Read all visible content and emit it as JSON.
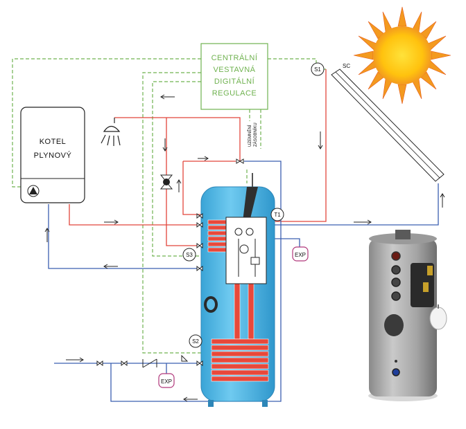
{
  "controller": {
    "lines": [
      "CENTRÁLNÍ",
      "VESTAVNÁ",
      "DIGITÁLNÍ",
      "REGULACE"
    ]
  },
  "boiler": {
    "lines": [
      "KOTEL",
      "PLYNOVÝ"
    ]
  },
  "grounding": {
    "lines": [
      "UZEMNĚNÍ",
      "ZÁSOBNÍKU"
    ]
  },
  "sensors": {
    "s1": "S1",
    "s2": "S2",
    "s3": "S3",
    "t1": "T1"
  },
  "collector": {
    "label": "SC"
  },
  "expansion": {
    "tank1": "EXP",
    "tank2": "EXP"
  },
  "colors": {
    "hot_pipe": "#e2453b",
    "cold_pipe": "#3b5fb0",
    "control_line": "#6fb24f",
    "tank_blue": "#4fb3e0",
    "coil_red": "#e8483a",
    "sun_orange": "#f39a1f"
  }
}
